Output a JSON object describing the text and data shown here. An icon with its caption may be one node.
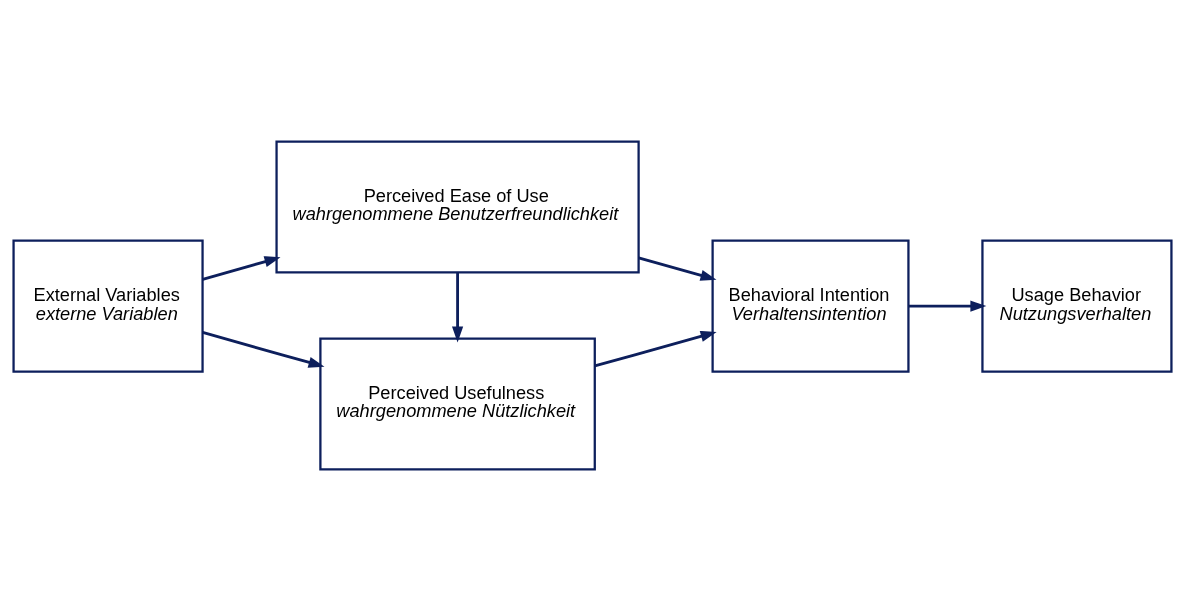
{
  "diagram": {
    "nodes": [
      {
        "text": [
          "External Variables",
          "externe Variablen"
        ]
      },
      {
        "text": [
          "Perceived Usefulness",
          "wahrgenommene Nützlichkeit"
        ]
      },
      {
        "text": [
          "Perceived Ease of Use",
          "wahrgenommene Benutzerfreundlichkeit"
        ]
      },
      {
        "text": [
          "Behavioral Intention",
          "Verhaltensintention"
        ]
      },
      {
        "text": [
          "Usage Behavior",
          "Nutzungsverhalten"
        ]
      }
    ],
    "edges": [
      {
        "from": 0,
        "to": 1,
        "arrow": "to"
      },
      {
        "from": 0,
        "to": 2,
        "arrow": "to"
      },
      {
        "from": 2,
        "to": 1,
        "arrow": "to"
      },
      {
        "from": 1,
        "to": 3,
        "arrow": "to"
      },
      {
        "from": 2,
        "to": 3,
        "arrow": "to"
      },
      {
        "from": 3,
        "to": 4,
        "arrow": "to"
      }
    ]
  }
}
